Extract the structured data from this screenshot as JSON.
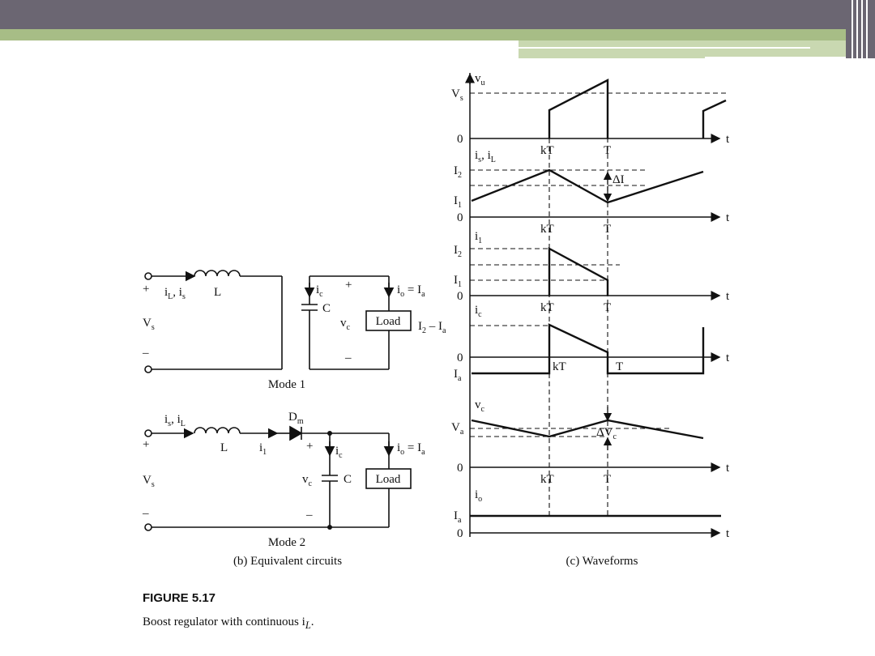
{
  "figure": {
    "number": "FIGURE 5.17",
    "description": "Boost regulator with continuous i",
    "description_sub": "L",
    "description_end": "."
  },
  "circuits": {
    "caption": "(b) Equivalent circuits",
    "mode1": {
      "label": "Mode 1",
      "plus": "+",
      "minus": "–",
      "vs": "V",
      "vs_sub": "s",
      "current_label": "i",
      "current_label_sub": "L",
      "current_label_2": ", i",
      "current_label_2_sub": "s",
      "inductor": "L",
      "ic": "i",
      "ic_sub": "c",
      "cap": "C",
      "vc": "v",
      "vc_sub": "c",
      "cap_plus": "+",
      "cap_minus": "–",
      "io": "i",
      "io_sub": "o",
      "io_eq": " = I",
      "io_eq_sub": "a",
      "load": "Load"
    },
    "mode2": {
      "label": "Mode 2",
      "plus": "+",
      "minus": "–",
      "vs": "V",
      "vs_sub": "s",
      "current_label": "i",
      "current_label_sub": "s",
      "current_label_2": ", i",
      "current_label_2_sub": "L",
      "inductor": "L",
      "diode": "D",
      "diode_sub": "m",
      "i1": "i",
      "i1_sub": "1",
      "ic": "i",
      "ic_sub": "c",
      "cap": "C",
      "vc": "v",
      "vc_sub": "c",
      "cap_plus": "+",
      "cap_minus": "–",
      "io": "i",
      "io_sub": "o",
      "io_eq": " = I",
      "io_eq_sub": "a",
      "load": "Load"
    }
  },
  "waveforms": {
    "caption": "(c) Waveforms",
    "t": "t",
    "kT": "kT",
    "T": "T",
    "zero": "0",
    "vu": {
      "y": "v",
      "y_sub": "u",
      "level": "V",
      "level_sub": "s"
    },
    "is": {
      "y": "i",
      "y_sub": "s",
      "y2": ", i",
      "y2_sub": "L",
      "i2": "I",
      "i2_sub": "2",
      "i1": "I",
      "i1_sub": "1",
      "delta": "ΔI"
    },
    "i1": {
      "y": "i",
      "y_sub": "1",
      "i2": "I",
      "i2_sub": "2",
      "i1": "I",
      "i1_sub": "1"
    },
    "ic": {
      "y": "i",
      "y_sub": "c",
      "top": "I",
      "top_sub": "2",
      "top_mid": " – I",
      "top_mid_sub": "a",
      "bottom": "I",
      "bottom_sub": "a"
    },
    "vc": {
      "y": "v",
      "y_sub": "c",
      "level": "V",
      "level_sub": "a",
      "delta": "ΔV",
      "delta_sub": "c"
    },
    "io": {
      "y": "i",
      "y_sub": "o",
      "level": "I",
      "level_sub": "a"
    }
  }
}
